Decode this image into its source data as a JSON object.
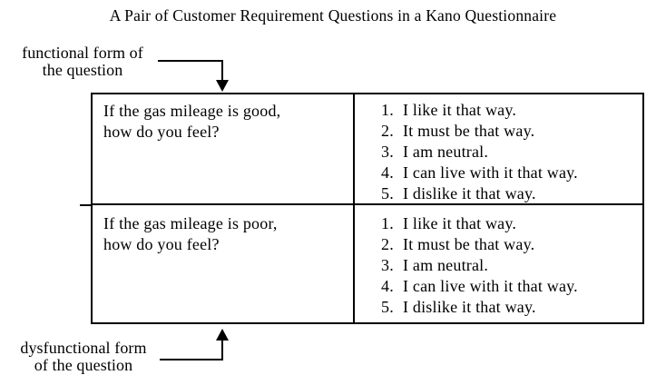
{
  "title": "A Pair of Customer Requirement Questions in a Kano Questionnaire",
  "annotations": {
    "functional": {
      "line1": "functional form of",
      "line2": "the question"
    },
    "dysfunctional": {
      "line1": "dysfunctional form",
      "line2": "of the question"
    }
  },
  "table": {
    "rows": [
      {
        "question_line1": "If the gas mileage is good,",
        "question_line2": "how do you feel?",
        "options": [
          {
            "num": "1.",
            "text": "I like it that way."
          },
          {
            "num": "2.",
            "text": "It must be that way."
          },
          {
            "num": "3.",
            "text": "I am neutral."
          },
          {
            "num": "4.",
            "text": "I can live with it that way."
          },
          {
            "num": "5.",
            "text": "I dislike it that way."
          }
        ]
      },
      {
        "question_line1": "If the gas mileage is poor,",
        "question_line2": "how do you feel?",
        "options": [
          {
            "num": "1.",
            "text": "I like it that way."
          },
          {
            "num": "2.",
            "text": "It must be that way."
          },
          {
            "num": "3.",
            "text": "I am neutral."
          },
          {
            "num": "4.",
            "text": "I can live with it that way."
          },
          {
            "num": "5.",
            "text": "I dislike it that way."
          }
        ]
      }
    ]
  },
  "colors": {
    "ink": "#000000",
    "background": "#ffffff"
  }
}
